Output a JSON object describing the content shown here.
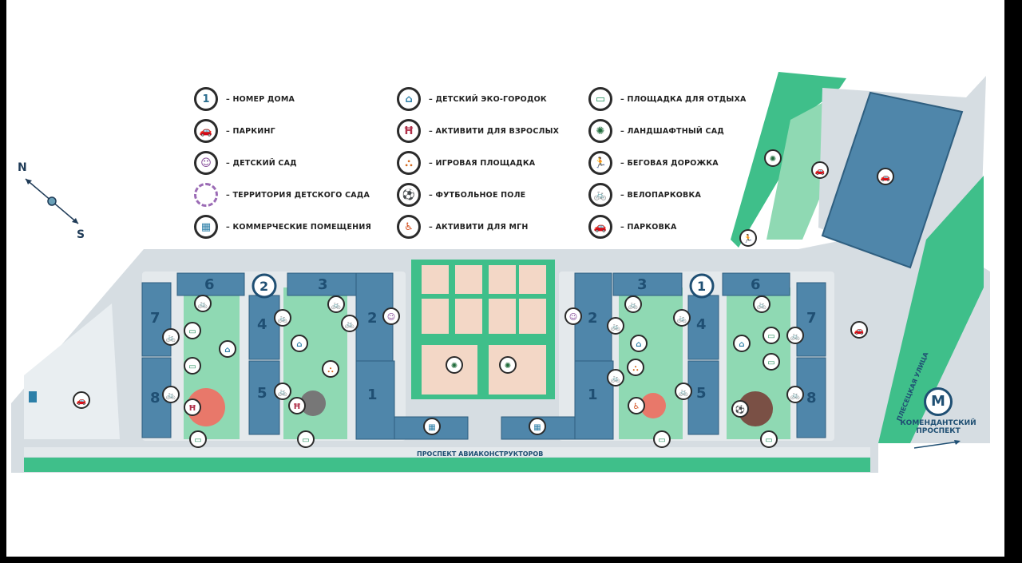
{
  "legend": [
    {
      "key": "house_number",
      "label": "– НОМЕР ДОМА",
      "icon": "house-number-icon",
      "glyph": "1",
      "color": "#2b6e8f"
    },
    {
      "key": "parking",
      "label": "– ПАРКИНГ",
      "icon": "car-icon",
      "glyph": "🚗",
      "color": "#3b73b8"
    },
    {
      "key": "kindergarten",
      "label": "– ДЕТСКИЙ САД",
      "icon": "child-icon",
      "glyph": "☺",
      "color": "#7a3b8f"
    },
    {
      "key": "kindergarten_area",
      "label": "– ТЕРРИТОРИЯ ДЕТСКОГО САДА",
      "icon": "dashed-circle-icon",
      "glyph": "",
      "color": "#9b6bb5"
    },
    {
      "key": "commercial",
      "label": "– КОММЕРЧЕСКИЕ ПОМЕЩЕНИЯ",
      "icon": "basket-icon",
      "glyph": "▦",
      "color": "#2c7fa8"
    },
    {
      "key": "eco_town",
      "label": "– ДЕТСКИЙ ЭКО-ГОРОДОК",
      "icon": "eco-town-icon",
      "glyph": "⌂",
      "color": "#2c7fa8"
    },
    {
      "key": "adult_activity",
      "label": "– АКТИВИТИ ДЛЯ ВЗРОСЛЫХ",
      "icon": "swing-icon",
      "glyph": "Ħ",
      "color": "#b0304a"
    },
    {
      "key": "playground",
      "label": "– ИГРОВАЯ ПЛОЩАДКА",
      "icon": "slide-icon",
      "glyph": "⛬",
      "color": "#d46a1f"
    },
    {
      "key": "football",
      "label": "– ФУТБОЛЬНОЕ ПОЛЕ",
      "icon": "ball-icon",
      "glyph": "⚽",
      "color": "#c4621f"
    },
    {
      "key": "mgn_activity",
      "label": "– АКТИВИТИ ДЛЯ МГН",
      "icon": "wheelchair-icon",
      "glyph": "♿",
      "color": "#d4501f"
    },
    {
      "key": "rest_area",
      "label": "– ПЛОЩАДКА ДЛЯ ОТДЫХА",
      "icon": "bench-icon",
      "glyph": "▭",
      "color": "#1f8f5a"
    },
    {
      "key": "landscape_garden",
      "label": "– ЛАНДШАФТНЫЙ САД",
      "icon": "garden-icon",
      "glyph": "✺",
      "color": "#1f6b3a"
    },
    {
      "key": "running_track",
      "label": "– БЕГОВАЯ ДОРОЖКА",
      "icon": "runner-icon",
      "glyph": "🏃",
      "color": "#b0304a"
    },
    {
      "key": "bike_parking",
      "label": "– ВЕЛОПАРКОВКА",
      "icon": "bike-icon",
      "glyph": "🚲",
      "color": "#d4781f"
    },
    {
      "key": "car_parking",
      "label": "– ПАРКОВКА",
      "icon": "car-icon",
      "glyph": "🚗",
      "color": "#3b73b8"
    }
  ],
  "compass": {
    "north": "N",
    "south": "S"
  },
  "streets": {
    "main": "ПРОСПЕКТ АВИАКОНСТРУКТОРОВ",
    "side": "ПЛЕСЕЦКАЯ УЛИЦА"
  },
  "metro": {
    "name_line1": "КОМЕНДАНТСКИЙ",
    "name_line2": "ПРОСПЕКТ",
    "logo": "M"
  },
  "building_numbers": {
    "west": {
      "b7": "7",
      "b6": "6",
      "b8": "8",
      "b4": "4",
      "b5": "5",
      "b3": "3",
      "b2": "2",
      "b1": "1",
      "house": "2"
    },
    "east": {
      "b2": "2",
      "b1": "1",
      "b3": "3",
      "b4": "4",
      "b5": "5",
      "b6": "6",
      "b7": "7",
      "b8": "8",
      "house": "1"
    }
  },
  "colors": {
    "building": "#4f86aa",
    "building_edge": "#2f5f80",
    "ground": "#d6dde2",
    "green": "#3fbf8a",
    "green_light": "#8fd9b3",
    "sand": "#f3d7c6",
    "road": "#c9d0d5",
    "text": "#1f4f73"
  }
}
